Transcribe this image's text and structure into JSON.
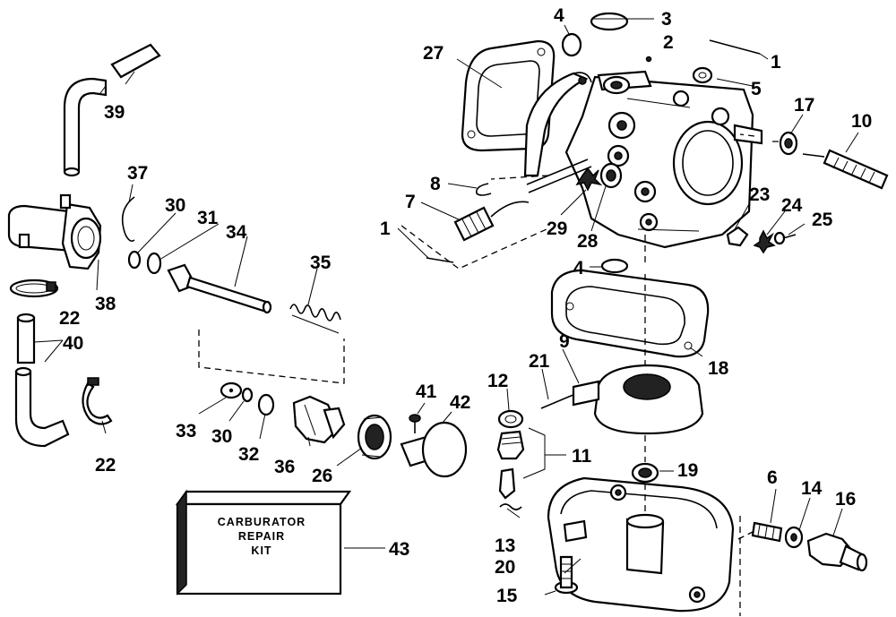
{
  "kit_label": [
    "CARBURATOR",
    "REPAIR",
    "KIT"
  ],
  "callouts": {
    "n1a": "1",
    "n1b": "1",
    "n2": "2",
    "n3": "3",
    "n4a": "4",
    "n4b": "4",
    "n5": "5",
    "n6": "6",
    "n7": "7",
    "n8": "8",
    "n9": "9",
    "n10": "10",
    "n11": "11",
    "n12": "12",
    "n13": "13",
    "n14": "14",
    "n15": "15",
    "n16": "16",
    "n17": "17",
    "n18": "18",
    "n19": "19",
    "n20": "20",
    "n21": "21",
    "n22a": "22",
    "n22b": "22",
    "n23": "23",
    "n24": "24",
    "n25": "25",
    "n26": "26",
    "n27": "27",
    "n28": "28",
    "n29": "29",
    "n30a": "30",
    "n30b": "30",
    "n31": "31",
    "n32": "32",
    "n33": "33",
    "n34": "34",
    "n35": "35",
    "n36": "36",
    "n37": "37",
    "n38": "38",
    "n39": "39",
    "n40": "40",
    "n41": "41",
    "n42": "42",
    "n43": "43"
  }
}
